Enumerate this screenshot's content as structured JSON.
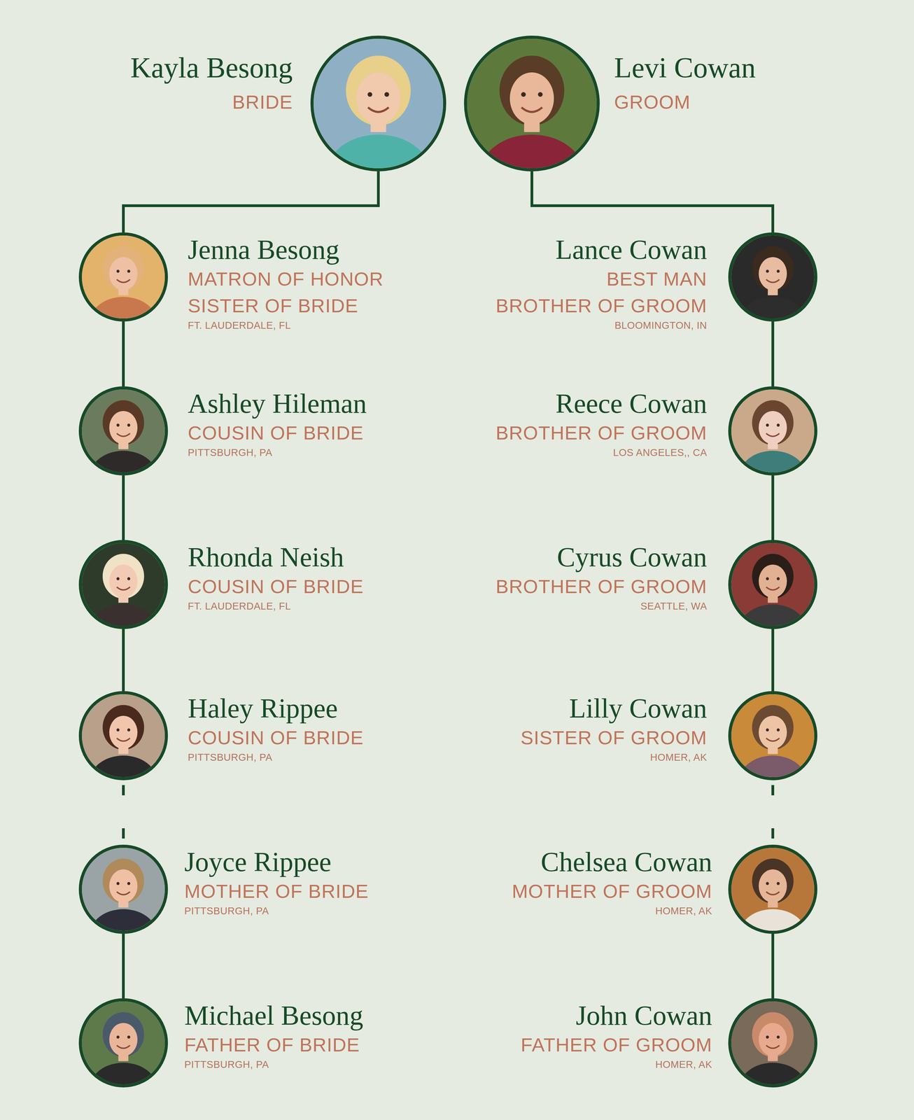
{
  "diagram": {
    "nodes": [
      {
        "text": [
          "Kayla Besong",
          "BRIDE"
        ]
      },
      {
        "text": [
          "Levi Cowan",
          "GROOM"
        ]
      },
      {
        "text": [
          "Jenna Besong",
          "MATRON OF HONOR",
          "SISTER OF BRIDE",
          "FT. LAUDERDALE, FL"
        ]
      },
      {
        "text": [
          "Lance Cowan",
          "BEST MAN",
          "BROTHER OF GROOM",
          "BLOOMINGTON, IN"
        ]
      },
      {
        "text": [
          "Ashley Hileman",
          "COUSIN OF BRIDE",
          "PITTSBURGH, PA"
        ]
      },
      {
        "text": [
          "Reece Cowan",
          "BROTHER OF GROOM",
          "LOS ANGELES,, CA"
        ]
      },
      {
        "text": [
          "Rhonda Neish",
          "COUSIN OF BRIDE",
          "FT. LAUDERDALE, FL"
        ]
      },
      {
        "text": [
          "Cyrus Cowan",
          "BROTHER OF GROOM",
          "SEATTLE, WA"
        ]
      },
      {
        "text": [
          "Haley Rippee",
          "COUSIN OF BRIDE",
          "PITTSBURGH, PA"
        ]
      },
      {
        "text": [
          "Lilly Cowan",
          "SISTER OF GROOM",
          "HOMER, AK"
        ]
      },
      {
        "text": [
          "Joyce Rippee",
          "MOTHER OF BRIDE",
          "PITTSBURGH, PA"
        ]
      },
      {
        "text": [
          "Chelsea Cowan",
          "MOTHER OF GROOM",
          "HOMER, AK"
        ]
      },
      {
        "text": [
          "Michael Besong",
          "FATHER OF BRIDE",
          "PITTSBURGH, PA"
        ]
      },
      {
        "text": [
          "John Cowan",
          "FATHER OF GROOM",
          "HOMER, AK"
        ]
      }
    ],
    "edges": [
      {
        "from": 0,
        "to": 2,
        "arrow": "none"
      },
      {
        "from": 2,
        "to": 4,
        "arrow": "none"
      },
      {
        "from": 4,
        "to": 6,
        "arrow": "none"
      },
      {
        "from": 6,
        "to": 8,
        "arrow": "none"
      },
      {
        "from": 8,
        "to": 10,
        "arrow": "none"
      },
      {
        "from": 10,
        "to": 12,
        "arrow": "none"
      },
      {
        "from": 1,
        "to": 3,
        "arrow": "none"
      },
      {
        "from": 3,
        "to": 5,
        "arrow": "none"
      },
      {
        "from": 5,
        "to": 7,
        "arrow": "none"
      },
      {
        "from": 7,
        "to": 9,
        "arrow": "none"
      },
      {
        "from": 9,
        "to": 11,
        "arrow": "none"
      },
      {
        "from": 11,
        "to": 13,
        "arrow": "none"
      }
    ]
  }
}
